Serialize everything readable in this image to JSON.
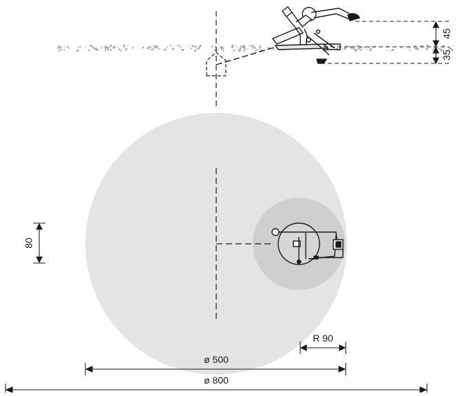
{
  "dimensions": {
    "height_upper": "45",
    "height_lower": "35",
    "offset_vertical": "80",
    "reach_radius": "R 90",
    "diameter_inner": "ø 500",
    "diameter_outer": "ø 800"
  },
  "colors": {
    "outer_zone": "#e4e4e4",
    "inner_zone": "#cfcfcf",
    "line": "#1a1a1a",
    "gravel": "#a8a8a8"
  }
}
